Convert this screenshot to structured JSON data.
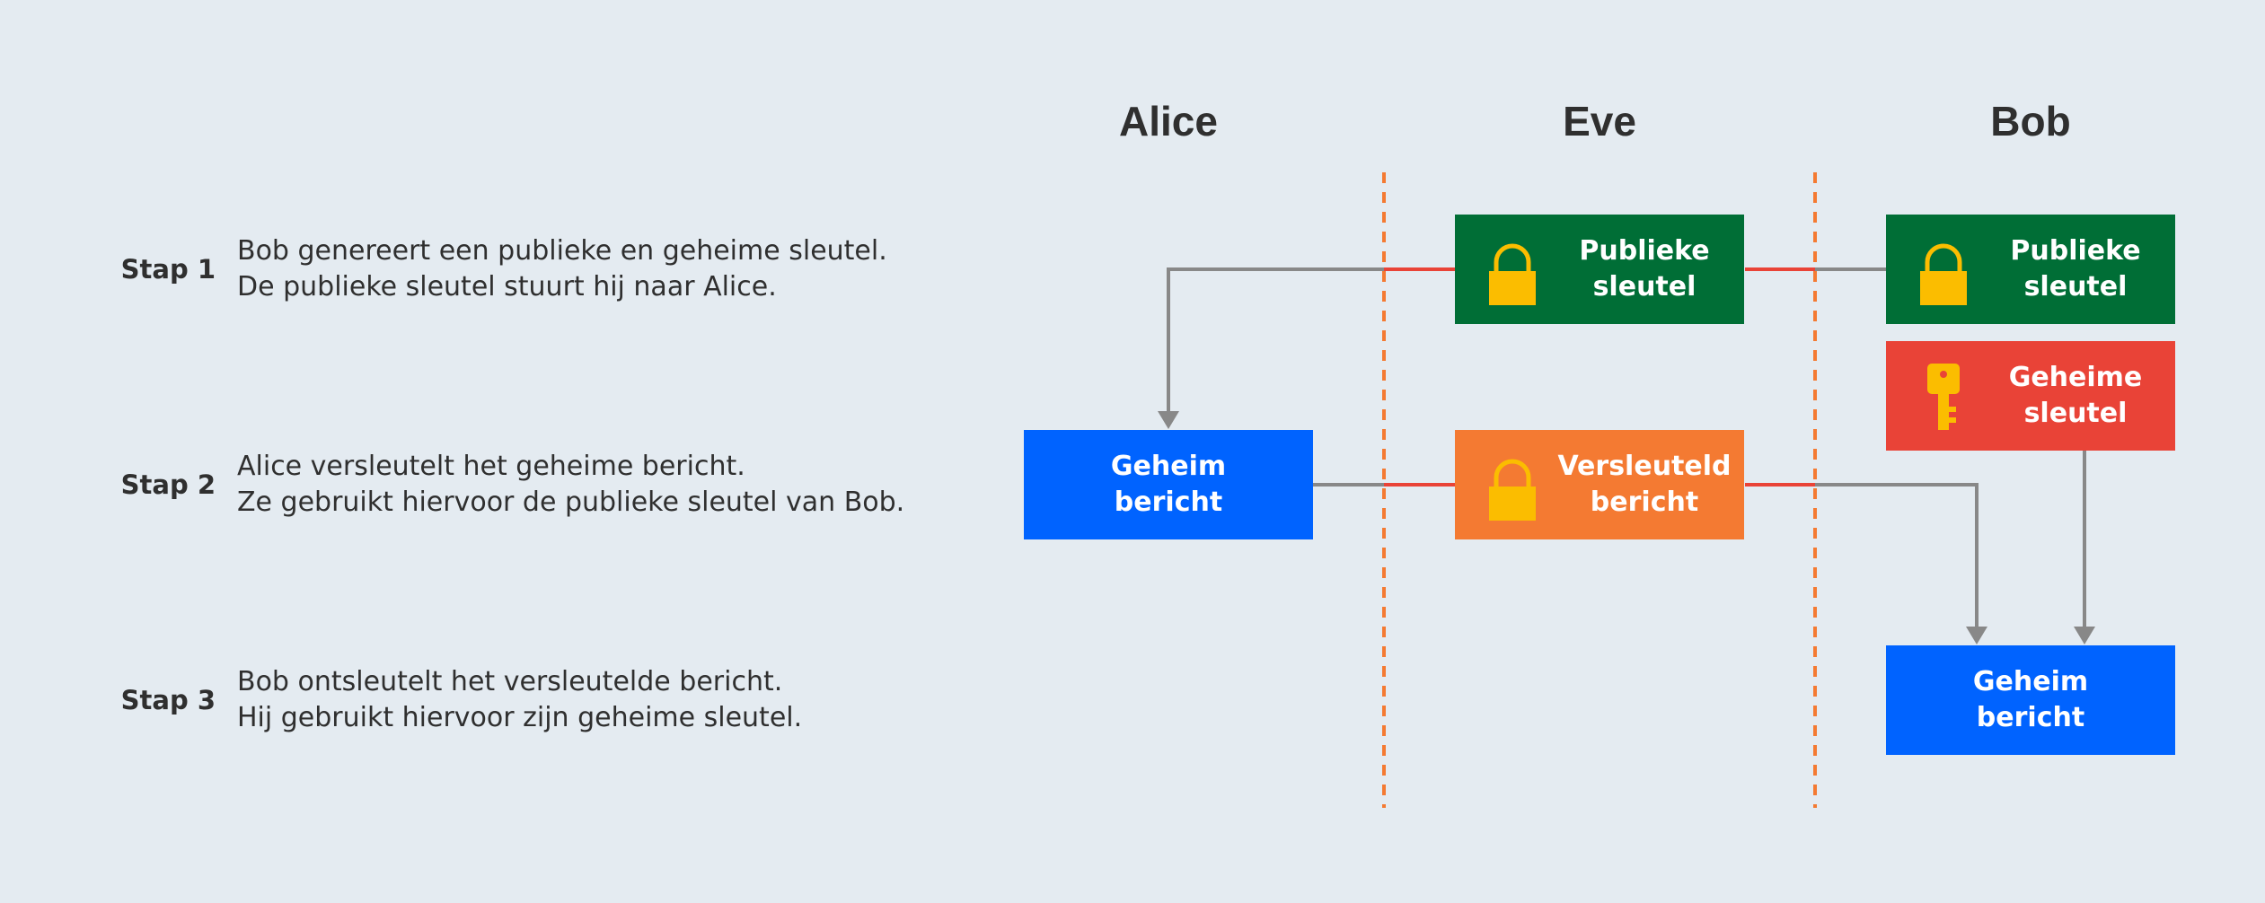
{
  "columns": {
    "alice": "Alice",
    "eve": "Eve",
    "bob": "Bob"
  },
  "steps": [
    {
      "label": "Stap 1",
      "line1": "Bob genereert een publieke en geheime sleutel.",
      "line2": "De publieke sleutel stuurt hij naar Alice."
    },
    {
      "label": "Stap 2",
      "line1": "Alice versleutelt het geheime bericht.",
      "line2": "Ze gebruikt hiervoor de publieke sleutel van Bob."
    },
    {
      "label": "Stap 3",
      "line1": "Bob ontsleutelt het versleutelde bericht.",
      "line2": "Hij gebruikt hiervoor zijn geheime sleutel."
    }
  ],
  "boxes": {
    "eve_public_key": {
      "line1": "Publieke",
      "line2": "sleutel",
      "icon": "lock-icon"
    },
    "bob_public_key": {
      "line1": "Publieke",
      "line2": "sleutel",
      "icon": "lock-icon"
    },
    "bob_secret_key": {
      "line1": "Geheime",
      "line2": "sleutel",
      "icon": "key-icon"
    },
    "alice_message": {
      "line1": "Geheim",
      "line2": "bericht"
    },
    "eve_encrypted": {
      "line1": "Versleuteld",
      "line2": "bericht",
      "icon": "lock-icon"
    },
    "bob_message": {
      "line1": "Geheim",
      "line2": "bericht"
    }
  },
  "colors": {
    "background": "#e4ebf1",
    "public_key": "#006e36",
    "secret_key": "#e94337",
    "message": "#0063ff",
    "encrypted": "#f47a32",
    "icon": "#fbbd00",
    "divider": "#f47a32",
    "connector": "#888888",
    "intercept": "#e94337"
  }
}
